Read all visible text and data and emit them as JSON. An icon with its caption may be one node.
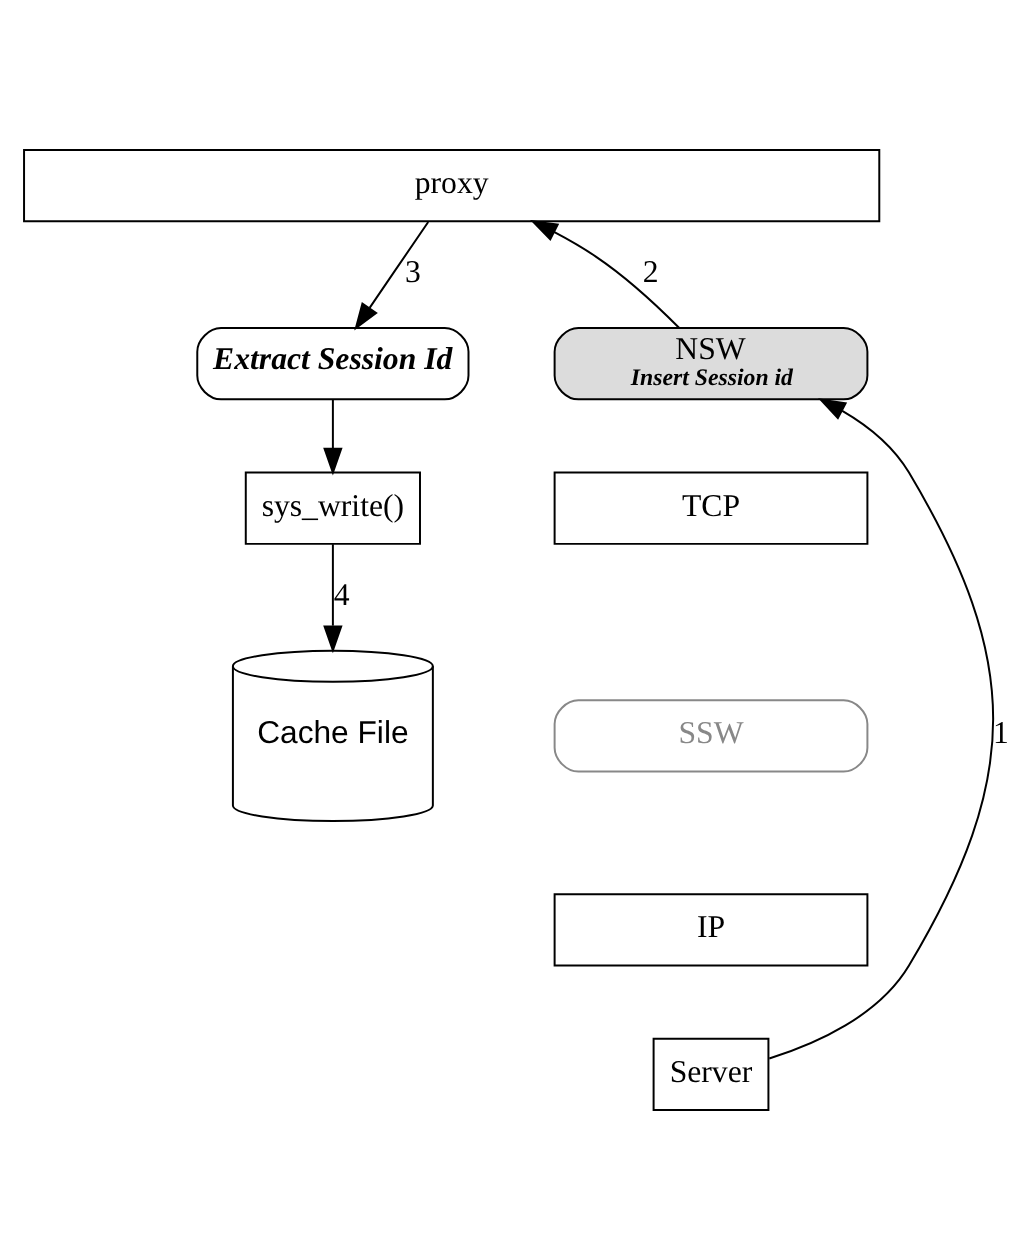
{
  "diagram": {
    "nodes": [
      {
        "text": [
          "proxy"
        ]
      },
      {
        "text": [
          "Extract Session Id"
        ]
      },
      {
        "text": [
          "sys_write()"
        ]
      },
      {
        "text": [
          "Cache File"
        ]
      },
      {
        "text": [
          "NSW",
          "Insert Session id"
        ]
      },
      {
        "text": [
          "TCP"
        ]
      },
      {
        "text": [
          "SSW"
        ]
      },
      {
        "text": [
          "IP"
        ]
      },
      {
        "text": [
          "Server"
        ]
      }
    ],
    "edges": [
      {
        "from": 0,
        "to": 1,
        "arrow": "to",
        "label": "3"
      },
      {
        "from": 1,
        "to": 2,
        "arrow": "to"
      },
      {
        "from": 2,
        "to": 3,
        "arrow": "to",
        "label": "4"
      },
      {
        "from": 8,
        "to": 4,
        "arrow": "to",
        "label": "1"
      },
      {
        "from": 4,
        "to": 0,
        "arrow": "to",
        "label": "2"
      }
    ]
  }
}
